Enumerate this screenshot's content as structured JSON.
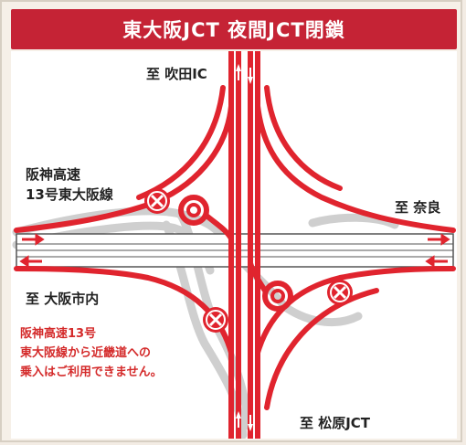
{
  "header": {
    "title": "東大阪JCT 夜間JCT閉鎖"
  },
  "destinations": {
    "north": "至 吹田IC",
    "east": "至 奈良",
    "west": "至 大阪市内",
    "south": "至 松原JCT"
  },
  "route_label": {
    "line1": "阪神高速",
    "line2": "13号東大阪線"
  },
  "closure_note": {
    "line1": "阪神高速13号",
    "line2": "東大阪線から近畿道への",
    "line3": "乗入はご利用できません。"
  },
  "colors": {
    "open_road": "#e0242e",
    "closed_road": "#cfcfcf",
    "closure_marker": "#e0242e",
    "title_bar": "#c52335"
  },
  "icons": [
    "closure-x-icon",
    "direction-arrow-icon"
  ]
}
